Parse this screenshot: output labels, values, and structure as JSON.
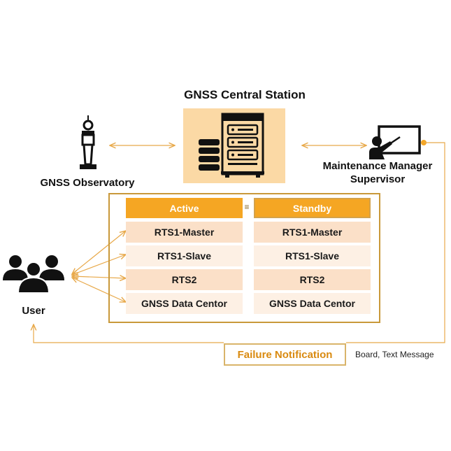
{
  "station": {
    "title": "GNSS Central Station",
    "icon": "server-rack-icon"
  },
  "observatory": {
    "label": "GNSS Observatory",
    "icon": "antenna-icon"
  },
  "manager": {
    "label_line1": "Maintenance Manager",
    "label_line2": "Supervisor",
    "icon": "presenter-board-icon"
  },
  "user": {
    "label": "User",
    "icon": "user-group-icon"
  },
  "active": {
    "header": "Active",
    "rows": [
      "RTS1-Master",
      "RTS1-Slave",
      "RTS2",
      "GNSS Data Centor"
    ]
  },
  "standby": {
    "header": "Standby",
    "rows": [
      "RTS1-Master",
      "RTS1-Slave",
      "RTS2",
      "GNSS Data Centor"
    ]
  },
  "equivalence_symbol": "≡",
  "notification": {
    "label": "Failure Notification",
    "channels": "Board, Text Message"
  },
  "colors": {
    "accent": "#f5a623",
    "station_bg": "#fbd9a5",
    "row_dark": "#fbe0c8",
    "row_light": "#fdf0e4",
    "frame": "#c9993a"
  }
}
